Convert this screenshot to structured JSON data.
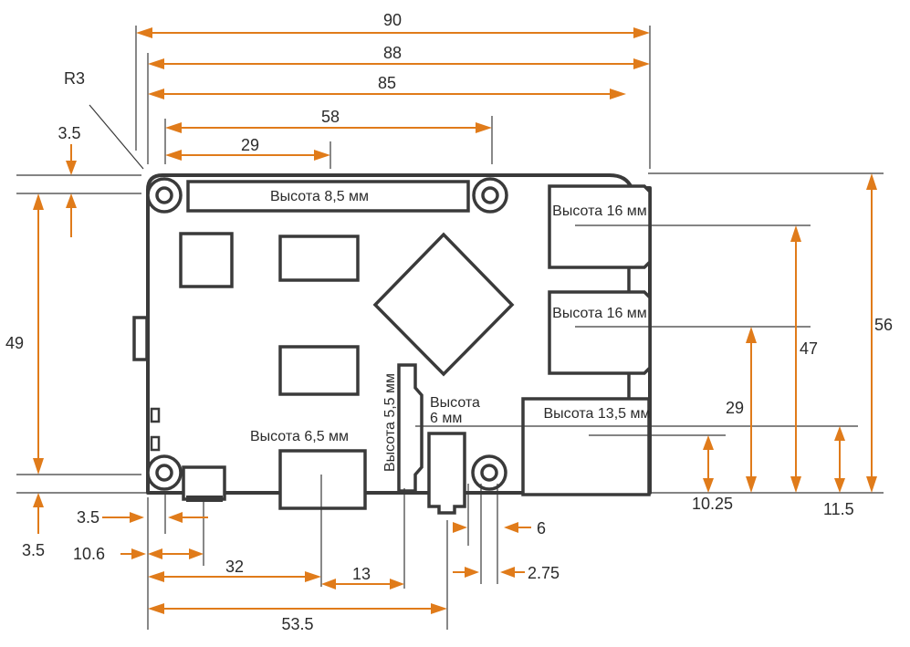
{
  "colors": {
    "accent": "#e07b1a",
    "outline": "#3a3a3a",
    "text": "#2b2b2b"
  },
  "dimensions": {
    "width_90": "90",
    "width_88": "88",
    "width_85": "85",
    "corner_radius": "R3",
    "width_58": "58",
    "width_29_top": "29",
    "offset_3_5_top": "3.5",
    "height_49": "49",
    "offset_3_5_left": "3.5",
    "offset_3_5_bottom": "3.5",
    "offset_10_6": "10.6",
    "offset_32": "32",
    "offset_13": "13",
    "offset_53_5": "53.5",
    "offset_6": "6",
    "offset_2_75": "2.75",
    "height_56": "56",
    "height_47": "47",
    "height_29_right": "29",
    "height_10_25": "10.25",
    "height_11_5": "11.5"
  },
  "components": {
    "gpio_header": "Высота 8,5 мм",
    "usb_top": "Высота 16 мм",
    "usb_bottom": "Высота 16 мм",
    "ethernet": "Высота 13,5 мм",
    "hdmi": "Высота 6,5 мм",
    "micro_hdmi": "Высота 5,5 мм",
    "audio_jack_line1": "Высота",
    "audio_jack_line2": "6 мм"
  }
}
